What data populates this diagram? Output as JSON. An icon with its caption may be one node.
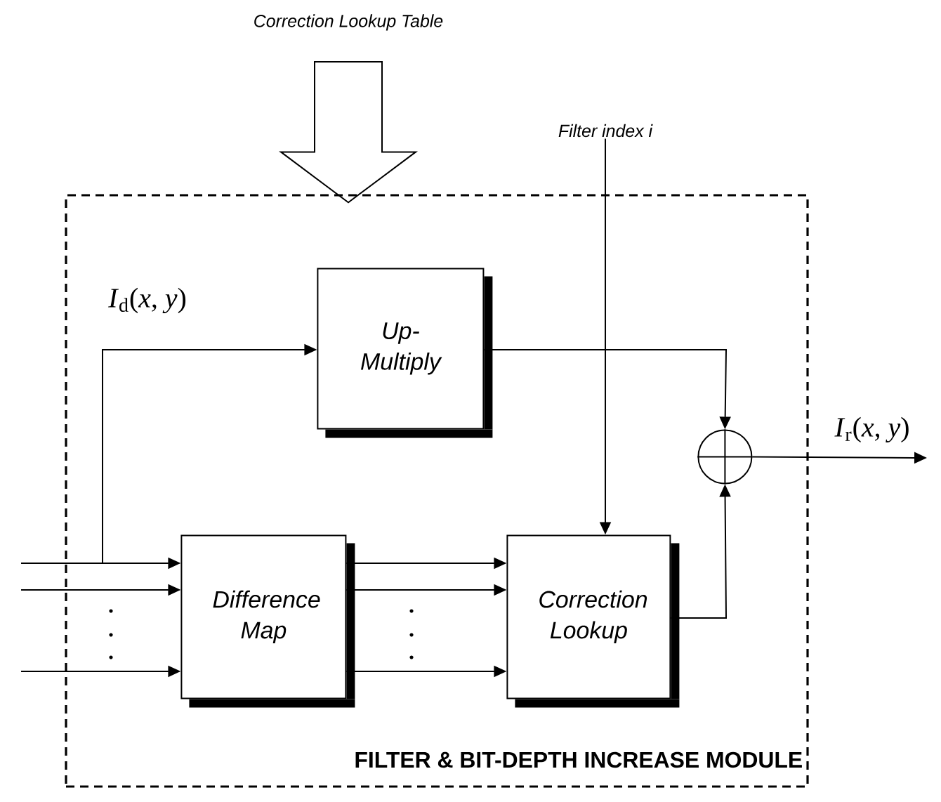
{
  "diagram": {
    "nodes": [
      {
        "text": [
          "FILTER & BIT-DEPTH INCREASE MODULE"
        ]
      },
      {
        "text": [
          "Up-Multiply"
        ],
        "in": 0
      },
      {
        "text": [
          "Difference Map"
        ],
        "in": 0
      },
      {
        "text": [
          "Correction Lookup"
        ],
        "in": 0
      },
      {
        "text": [],
        "shape": "circle",
        "in": 0
      },
      {
        "text": [
          "Correction Lookup Table"
        ]
      },
      {
        "text": [
          "Filter index i"
        ]
      }
    ],
    "edges": [
      {
        "from": null,
        "to": 2,
        "arrow": "to"
      },
      {
        "from": null,
        "to": 2,
        "arrow": "to"
      },
      {
        "from": null,
        "to": 2,
        "arrow": "to"
      },
      {
        "from": null,
        "to": 1,
        "arrow": "to",
        "label": "*I*$_{d}$(*x*, *y*)"
      },
      {
        "from": 2,
        "to": 3,
        "arrow": "to"
      },
      {
        "from": 2,
        "to": 3,
        "arrow": "to"
      },
      {
        "from": 2,
        "to": 3,
        "arrow": "to"
      },
      {
        "from": 6,
        "to": 3,
        "arrow": "to"
      },
      {
        "from": 1,
        "to": 4,
        "arrow": "to"
      },
      {
        "from": 3,
        "to": 4,
        "arrow": "to"
      },
      {
        "from": 4,
        "to": null,
        "arrow": "to",
        "label": "*I*$_{r}$(*x*, *y*)"
      },
      {
        "from": 5,
        "to": 0,
        "arrow": "to",
        "style": "thick"
      }
    ]
  }
}
